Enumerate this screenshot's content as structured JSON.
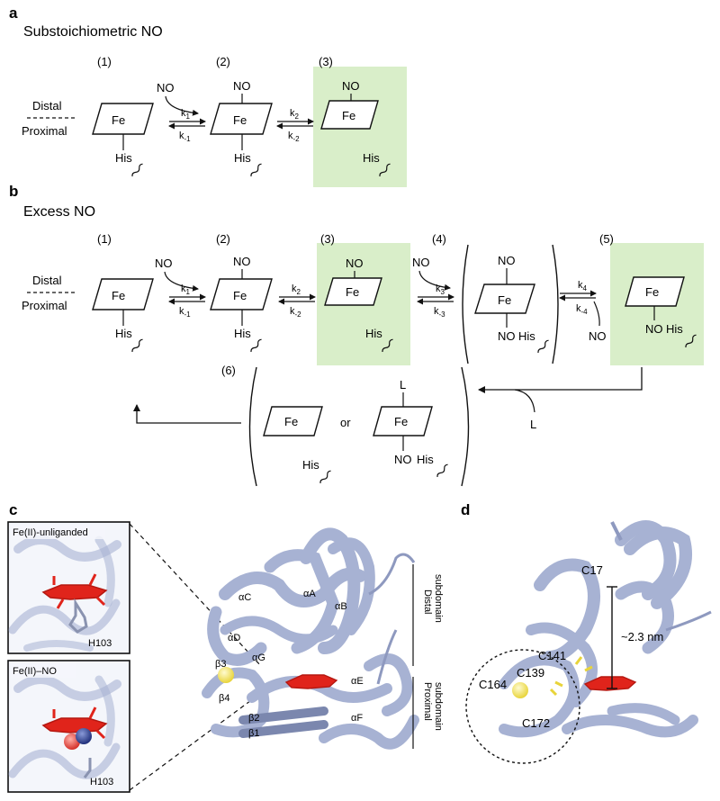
{
  "colors": {
    "highlight": "#d9eec9",
    "heme": "#e0241b",
    "helix": "#a7b2d3",
    "sulfur": "#f2e45a",
    "no_n": "#2b3f8f",
    "no_o": "#e23b3b"
  },
  "panel_a": {
    "letter": "a",
    "heading": "Substoichiometric NO",
    "states": [
      "(1)",
      "(2)",
      "(3)"
    ],
    "distal": "Distal",
    "proximal": "Proximal",
    "fe": "Fe",
    "his": "His",
    "no": "NO",
    "k1": "k",
    "k1s": "1",
    "km1": "k",
    "km1s": "-1",
    "k2": "k",
    "k2s": "2",
    "km2": "k",
    "km2s": "-2"
  },
  "panel_b": {
    "letter": "b",
    "heading": "Excess NO",
    "states": [
      "(1)",
      "(2)",
      "(3)",
      "(4)",
      "(5)",
      "(6)"
    ],
    "distal": "Distal",
    "proximal": "Proximal",
    "fe": "Fe",
    "his": "His",
    "no": "NO",
    "or": "or",
    "L": "L",
    "k1s": "1",
    "km1s": "-1",
    "k2s": "2",
    "km2s": "-2",
    "k3s": "3",
    "km3s": "-3",
    "k4s": "4",
    "km4s": "-4",
    "k": "k"
  },
  "panel_c": {
    "letter": "c",
    "inset_top": "Fe(II)-unliganded",
    "inset_bottom": "Fe(II)–NO",
    "residue": "H103",
    "helices": [
      "αC",
      "αA",
      "αB",
      "αD",
      "αG",
      "αE",
      "αF"
    ],
    "strands": [
      "β3",
      "β4",
      "β2",
      "β1"
    ],
    "distal_sub": "Distal subdomain",
    "distal_l1": "Distal",
    "distal_l2": "subdomain",
    "proximal_l1": "Proximal",
    "proximal_l2": "subdomain"
  },
  "panel_d": {
    "letter": "d",
    "residues": [
      "C17",
      "C141",
      "C139",
      "C164",
      "C172"
    ],
    "distance": "~2.3 nm"
  }
}
